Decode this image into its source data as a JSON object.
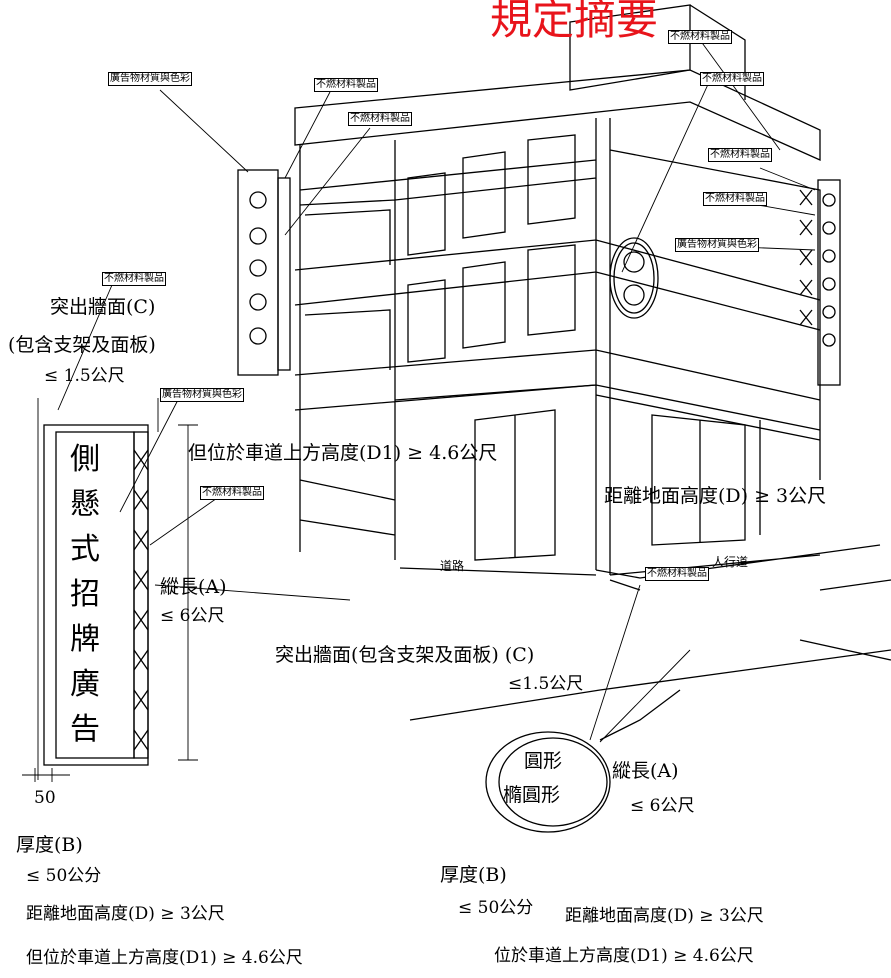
{
  "title_fragment": "規定摘要",
  "tags": {
    "nonflammable": "不燃材料製品",
    "ad_material": "廣告物材質與色彩"
  },
  "road": "道路",
  "sidewalk": "人行道",
  "side_sign": {
    "chars": [
      "側",
      "懸",
      "式",
      "招",
      "牌",
      "廣",
      "告"
    ],
    "protrusion_1": "突出牆面(C)",
    "protrusion_2": "(包含支架及面板)",
    "protrusion_3": "≤ 1.5公尺",
    "length_1": "縱長(A)",
    "length_2": "≤ 6公尺",
    "dim_50": "50",
    "thickness_1": "厚度(B)",
    "thickness_2": "≤ 50公分",
    "ground_height": "距離地面高度(D) ≥ 3公尺",
    "road_height": "但位於車道上方高度(D1) ≥ 4.6公尺"
  },
  "building": {
    "road_height": "但位於車道上方高度(D1) ≥ 4.6公尺",
    "ground_height": "距離地面高度(D) ≥ 3公尺"
  },
  "circle_sign": {
    "shape_1": "圓形",
    "shape_2": "橢圓形",
    "protrusion_1": "突出牆面(包含支架及面板) (C)",
    "protrusion_2": "≤1.5公尺",
    "length_1": "縱長(A)",
    "length_2": "≤ 6公尺",
    "thickness_1": "厚度(B)",
    "thickness_2": "≤ 50公分",
    "ground_height": "距離地面高度(D) ≥ 3公尺",
    "road_height": "位於車道上方高度(D1) ≥ 4.6公尺"
  }
}
